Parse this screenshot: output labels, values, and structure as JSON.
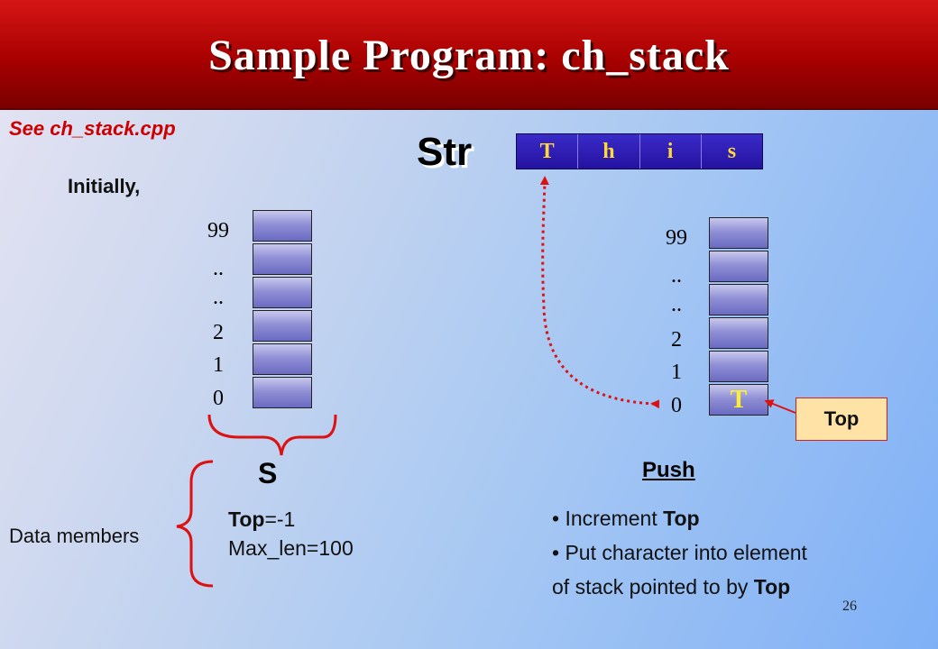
{
  "title": "Sample Program:  ch_stack",
  "see_label": "See ch_stack.cpp",
  "initially_label": "Initially,",
  "str_label": "Str",
  "str_chars": [
    "T",
    "h",
    "i",
    "s"
  ],
  "left_stack": {
    "indices": [
      "99",
      "..",
      "..",
      "2",
      "1",
      "0"
    ],
    "cells": [
      "",
      "",
      "",
      "",
      "",
      ""
    ]
  },
  "right_stack": {
    "indices": [
      "99",
      "..",
      "..",
      "2",
      "1",
      "0"
    ],
    "cells": [
      "",
      "",
      "",
      "",
      "",
      "T"
    ]
  },
  "s_label": "S",
  "data_members_label": "Data members",
  "members": {
    "top_key": "Top",
    "top_value": "=-1",
    "max_len": "Max_len=100"
  },
  "top_box_label": "Top",
  "push": {
    "title": "Push",
    "bullet1_prefix": "Increment ",
    "bullet1_bold": "Top",
    "bullet2_line1": "Put character into element",
    "bullet2_line2_prefix": "of stack pointed to by ",
    "bullet2_bold": "Top"
  },
  "page_number": "26",
  "colors": {
    "title_bar": "#a80000",
    "accent_red": "#cc0000",
    "cell_text": "#ffee33",
    "str_cells_bg": "#2413a0",
    "top_box_bg": "#ffe3a6"
  }
}
